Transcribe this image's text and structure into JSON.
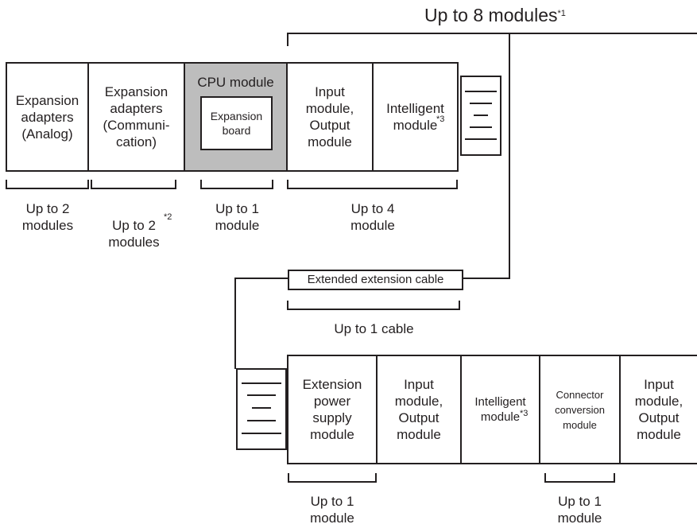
{
  "top_label": {
    "text": "Up to 8 modules",
    "note": "*1"
  },
  "row1": {
    "exp_analog": "Expansion\nadapters\n(Analog)",
    "exp_comm": "Expansion\nadapters\n(Communi-\ncation)",
    "cpu_title": "CPU module",
    "cpu_board": "Expansion\nboard",
    "io": "Input\nmodule,\nOutput\nmodule",
    "intelligent": "Intelligent\nmodule",
    "intelligent_note": "*3",
    "cap_analog": "Up to 2\nmodules",
    "cap_comm": "Up to 2\nmodules",
    "cap_comm_note": "*2",
    "cap_board": "Up to 1\nmodule",
    "cap_io": "Up to 4\nmodule"
  },
  "cable": {
    "label": "Extended extension cable",
    "cap": "Up to 1 cable"
  },
  "row2": {
    "power": "Extension\npower\nsupply\nmodule",
    "io1": "Input\nmodule,\nOutput\nmodule",
    "intelligent": "Intelligent\nmodule",
    "intelligent_note": "*3",
    "connector": "Connector\nconversion\nmodule",
    "io2": "Input\nmodule,\nOutput\nmodule",
    "cap_power": "Up to 1\nmodule",
    "cap_connector": "Up to 1\nmodule"
  },
  "colors": {
    "line": "#231f20",
    "cpu_fill": "#bdbdbd"
  }
}
